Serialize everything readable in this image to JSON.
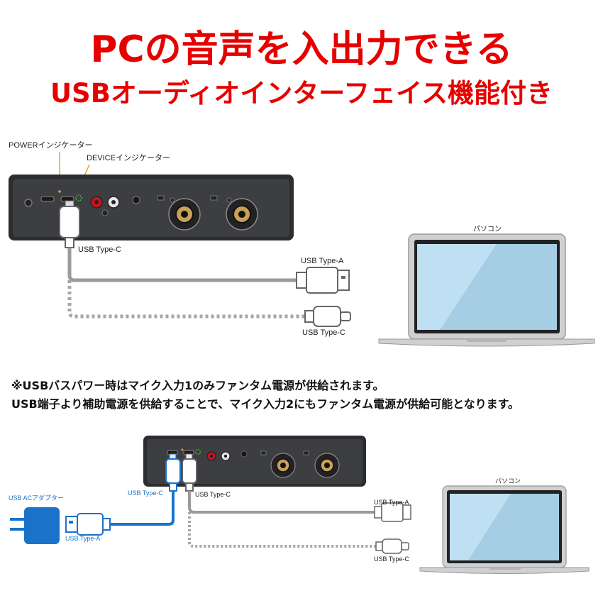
{
  "title": {
    "line1": "PCの音声を入出力できる",
    "line2": "USBオーディオインターフェイス機能付き"
  },
  "diagram1": {
    "power_indicator_label": "POWERインジケーター",
    "device_indicator_label": "DEVICEインジケーター",
    "cable_label_device": "USB Type-C",
    "cable_label_typea": "USB Type-A",
    "cable_label_typec": "USB Type-C",
    "laptop_label": "パソコン"
  },
  "notes": {
    "line1": "※USBバスパワー時はマイク入力1のみファンタム電源が供給されます。",
    "line2": "USB端子より補助電源を供給することで、マイク入力2にもファンタム電源が供給可能となります。"
  },
  "diagram2": {
    "adapter_label": "USB ACアダプター",
    "adapter_cable_label": "USB Type-A",
    "power_port_label": "USB Type-C",
    "device_port_label": "USB Type-C",
    "cable_label_typea": "USB Type-A",
    "cable_label_typec": "USB Type-C",
    "laptop_label": "パソコン"
  },
  "colors": {
    "title": "#e60000",
    "device_body": "#3a3b3d",
    "power_cable": "#1a73c9",
    "data_cable": "#9a9a9a",
    "laptop_screen": "#bfe0f2",
    "indicator_green": "#39c734",
    "indicator_orange": "#f0a020"
  }
}
